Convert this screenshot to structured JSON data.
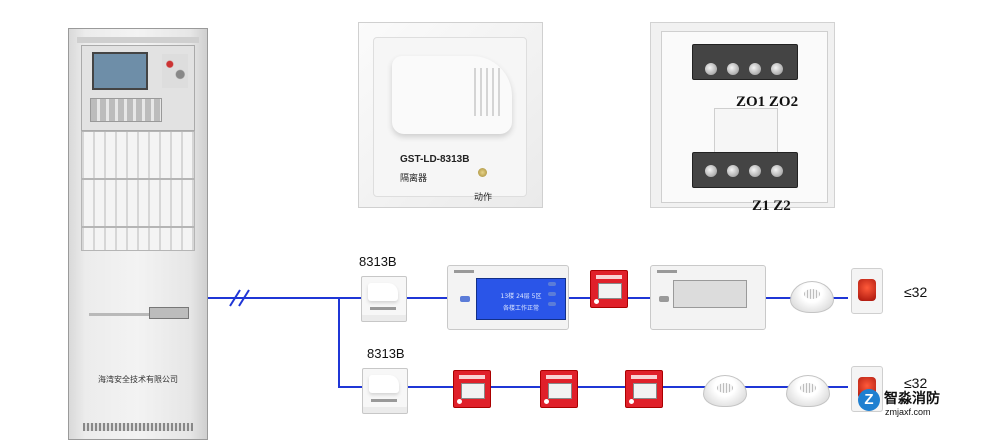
{
  "cabinet": {
    "company": "海湾安全技术有限公司"
  },
  "isolator_photo": {
    "model": "GST-LD-8313B",
    "name": "隔离器",
    "action": "动作"
  },
  "terminal_photo": {
    "labels_top": "ZO1  ZO2",
    "labels_bottom": "Z1 Z2"
  },
  "branch1": {
    "isolator_label": "8313B",
    "display_screen": [
      "13楼 24层 5区",
      "各楼工作正常"
    ],
    "count": "≤32"
  },
  "branch2": {
    "isolator_label": "8313B",
    "count": "≤32"
  },
  "watermark": {
    "title": "智淼消防",
    "url": "zmjaxf.com"
  },
  "colors": {
    "bus_line": "#1f36d6",
    "alarm_red": "#e0202a",
    "lcd_blue": "#2a55e8"
  }
}
